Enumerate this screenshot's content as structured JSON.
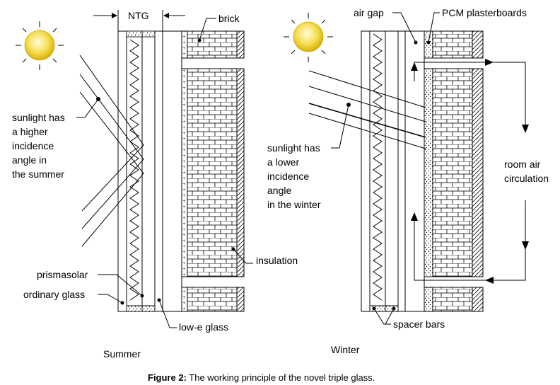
{
  "labels": {
    "ntg": "NTG",
    "brick": "brick",
    "air_gap": "air gap",
    "pcm": "PCM plasterboards",
    "summer_note": [
      "sunlight has",
      "a higher",
      "incidence",
      "angle in",
      "the summer"
    ],
    "winter_note": [
      "sunlight has",
      "a lower",
      "incidence",
      "angle",
      "in the winter"
    ],
    "room_air": [
      "room air",
      "circulation"
    ],
    "insulation": "insulation",
    "prismasolar": "prismasolar",
    "ordinary_glass": "ordinary glass",
    "low_e_glass": "low-e glass",
    "spacer_bars": "spacer bars",
    "summer": "Summer",
    "winter": "Winter"
  },
  "caption": {
    "prefix": "Figure 2:",
    "text": " The working principle of the novel triple glass."
  },
  "colors": {
    "sun_core": "#f6e05a",
    "sun_edge": "#d9b100",
    "line": "#000000"
  }
}
